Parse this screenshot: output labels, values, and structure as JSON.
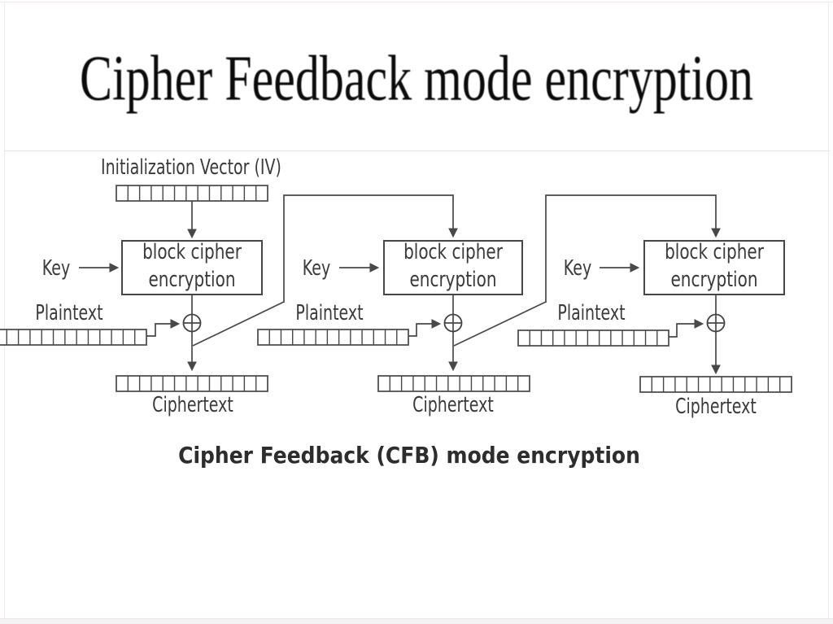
{
  "slide": {
    "title": "Cipher Feedback mode encryption",
    "caption": "Cipher Feedback (CFB) mode encryption"
  },
  "diagram": {
    "type": "block-diagram",
    "units": 3,
    "iv_label": "Initialization Vector (IV)",
    "key_label": "Key",
    "plaintext_label": "Plaintext",
    "ciphertext_label": "Ciphertext",
    "block_label_line1": "block cipher",
    "block_label_line2": "encryption",
    "xor_symbol": "⊕",
    "colors": {
      "line": "#484848",
      "label_text": "#3a3a3a",
      "caption_text": "#2d2d2d",
      "title_text": "#0b0b0b",
      "background": "#ffffff"
    }
  }
}
